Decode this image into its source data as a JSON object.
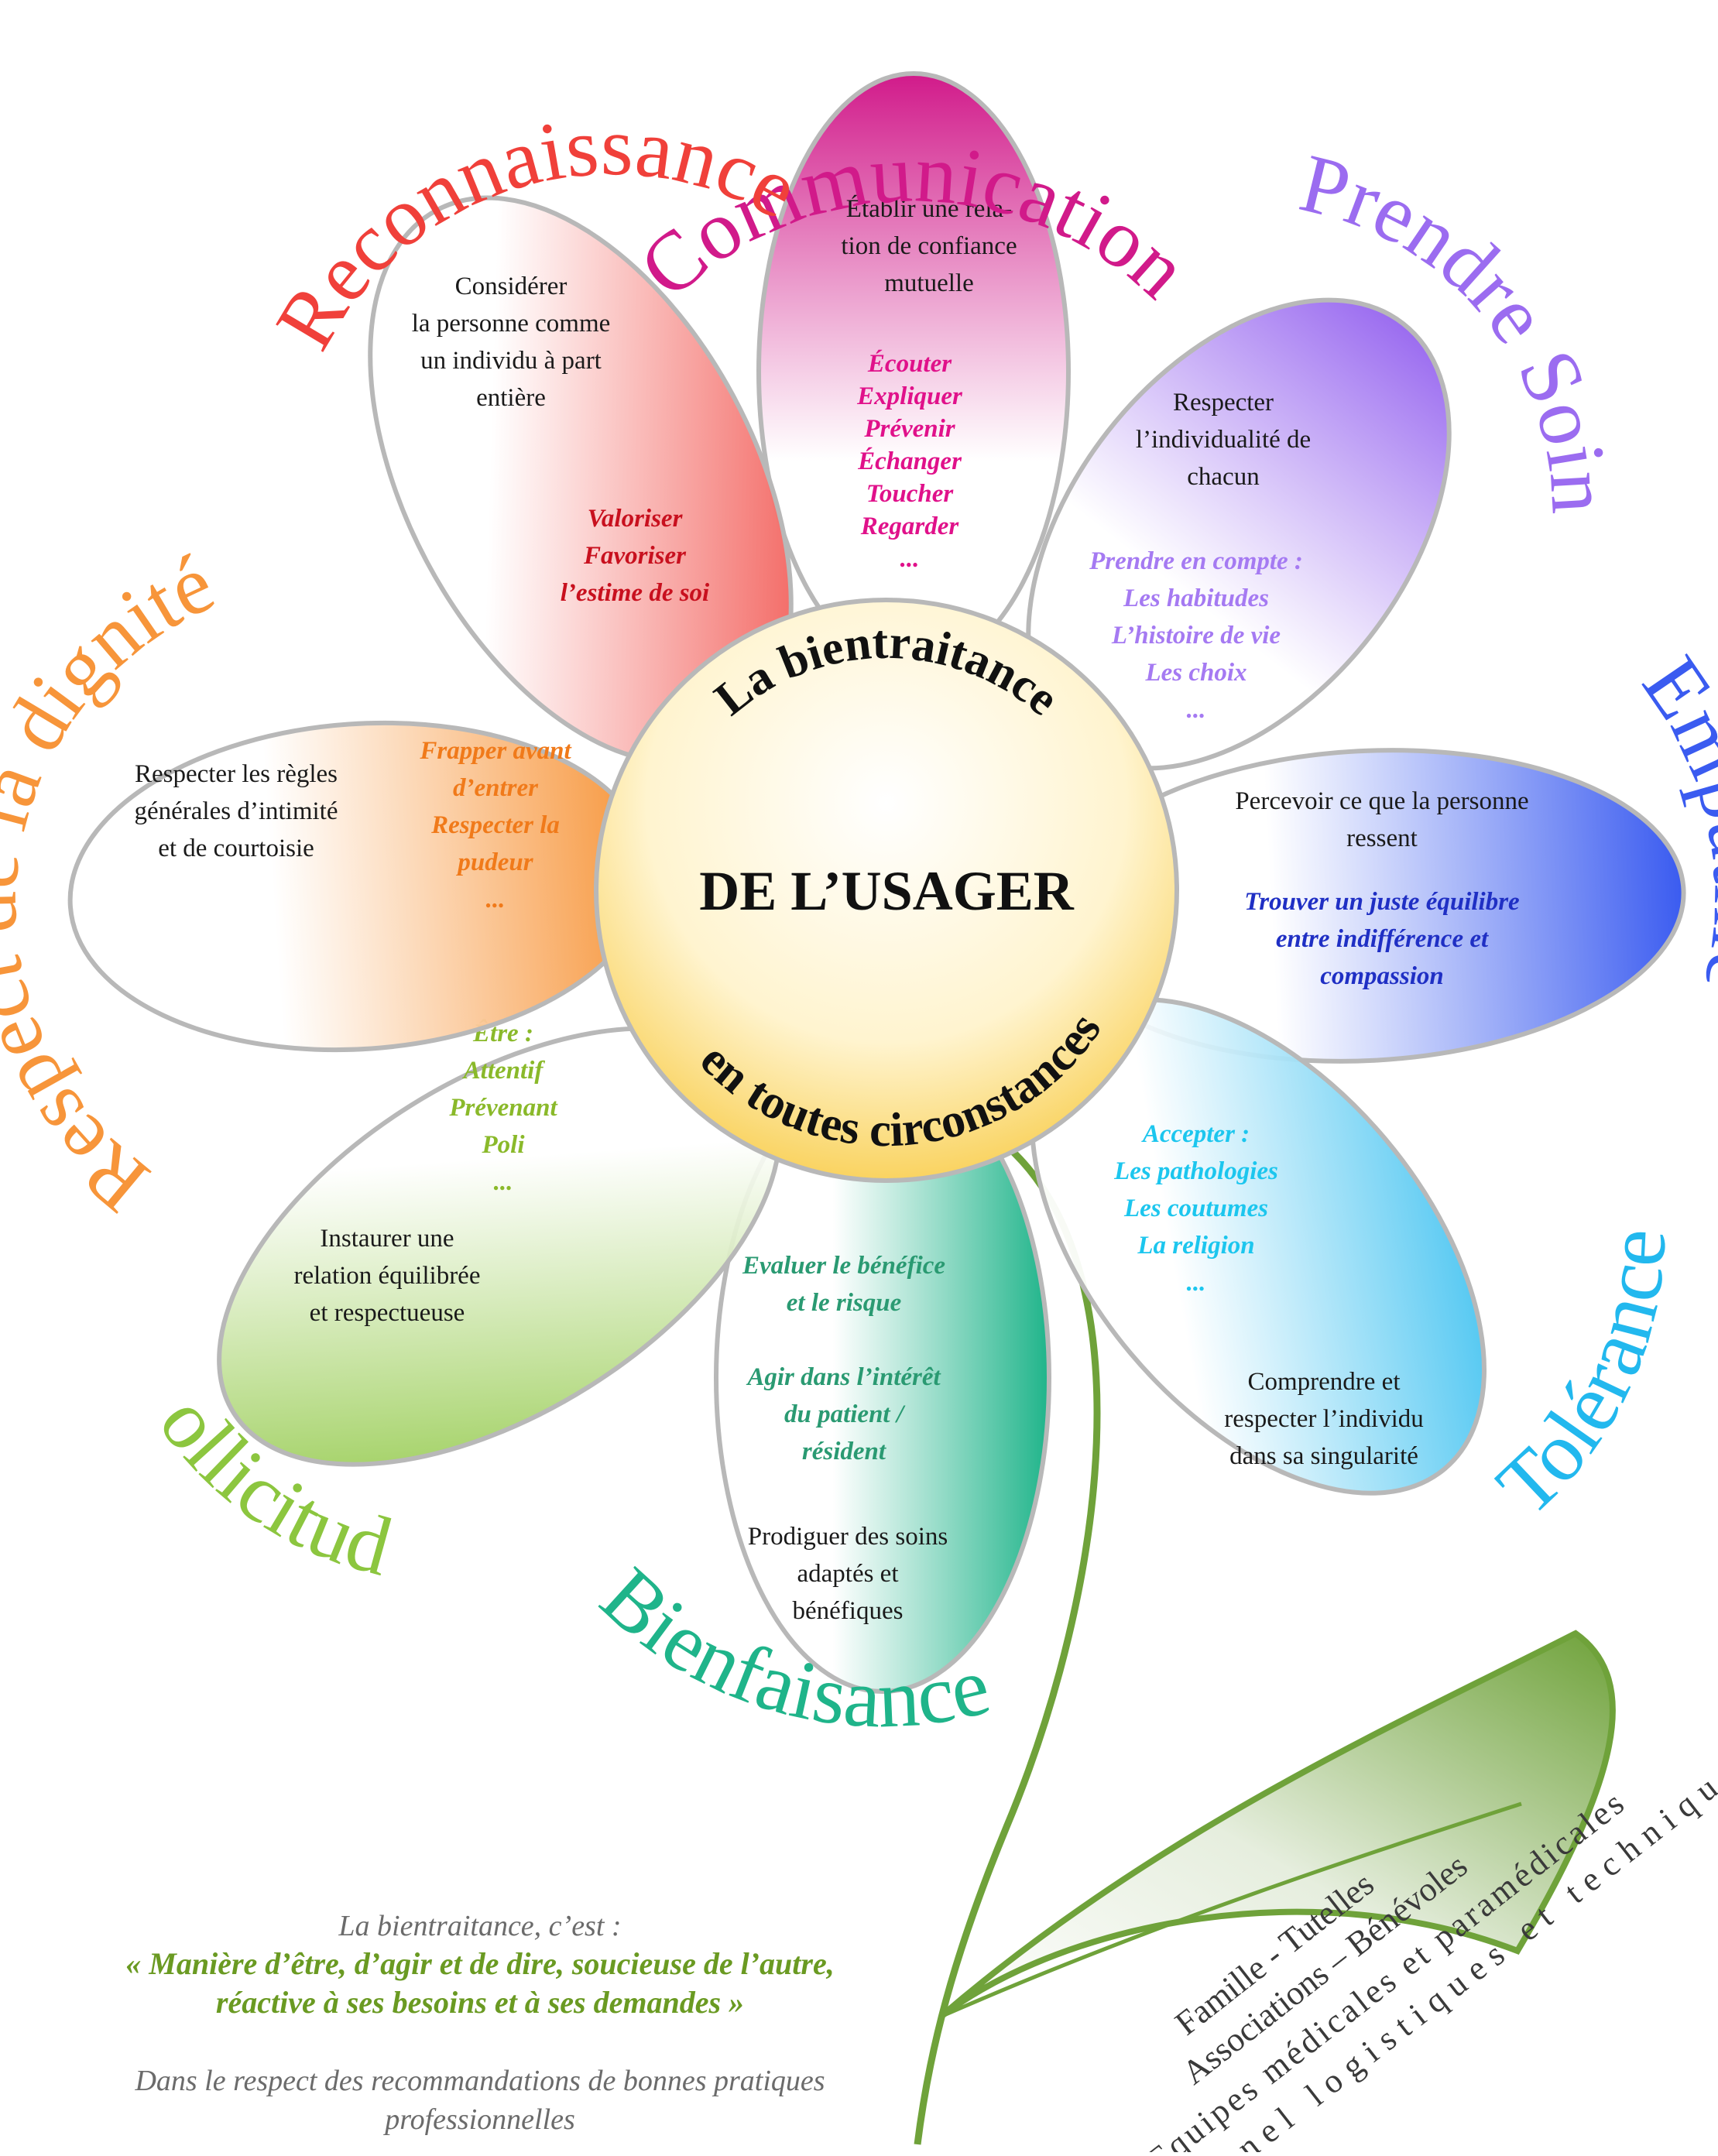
{
  "center": {
    "arc_top": "La bientraitance",
    "main": "DE L’USAGER",
    "arc_bottom": "en toutes circonstances"
  },
  "petals": [
    {
      "id": "communication",
      "title": "Communication",
      "color": "#d11a8a",
      "text_color": "#e0118a",
      "statement": [
        "Établir une rela-",
        "tion de confiance",
        "mutuelle"
      ],
      "actions": [
        "Écouter",
        "Expliquer",
        "Prévenir",
        "Échanger",
        "Toucher",
        "Regarder",
        "..."
      ]
    },
    {
      "id": "prendre-soin",
      "title": "Prendre Soin",
      "color": "#9b6cf0",
      "text_color": "#a57af2",
      "statement": [
        "Respecter",
        "l’individualité de",
        "chacun"
      ],
      "actions": [
        "Prendre en compte :",
        "Les habitudes",
        "L’histoire de vie",
        "Les choix",
        "..."
      ]
    },
    {
      "id": "empathie",
      "title": "Empathie",
      "color": "#3a5bf0",
      "text_color": "#1f2fc4",
      "statement": [
        "Percevoir ce que la personne",
        "ressent"
      ],
      "actions": [
        "Trouver un juste équilibre",
        "entre indifférence et",
        "compassion"
      ]
    },
    {
      "id": "tolerance",
      "title": "Tolérance",
      "color": "#22b8ee",
      "text_color": "#1cc6ee",
      "statement": [
        "Comprendre et",
        "respecter l’individu",
        "dans sa singularité"
      ],
      "actions": [
        "Accepter :",
        "Les pathologies",
        "Les coutumes",
        "La religion",
        "..."
      ]
    },
    {
      "id": "bienfaisance",
      "title": "Bienfaisance",
      "color": "#1fb48a",
      "text_color": "#2a9a72",
      "statement": [
        "Prodiguer des soins",
        "adaptés et",
        "bénéfiques"
      ],
      "actions": [
        "Evaluer le bénéfice",
        "et le risque",
        "",
        "Agir dans l’intérêt",
        "du patient /",
        "résident"
      ]
    },
    {
      "id": "sollicitude",
      "title": "Sollicitude",
      "color": "#8cc63f",
      "text_color": "#8ab92a",
      "statement": [
        "Instaurer une",
        "relation équilibrée",
        "et respectueuse"
      ],
      "actions": [
        "Être :",
        "Attentif",
        "Prévenant",
        "Poli",
        "..."
      ]
    },
    {
      "id": "respect-dignite",
      "title": "Respect de la dignité",
      "color": "#f7953a",
      "text_color": "#f07a1a",
      "statement": [
        "Respecter les règles",
        "générales d’intimité",
        "et de courtoisie"
      ],
      "actions": [
        "Frapper avant",
        "d’entrer",
        "Respecter la",
        "pudeur",
        "..."
      ]
    },
    {
      "id": "reconnaissance",
      "title": "Reconnaissance",
      "color": "#f0403a",
      "text_color": "#c8101e",
      "statement": [
        "Considérer",
        "la personne comme",
        "un individu à part",
        "entière"
      ],
      "actions": [
        "Valoriser",
        "Favoriser",
        "l’estime de soi"
      ]
    }
  ],
  "leaf": {
    "color": "#6fa23a",
    "lines": [
      "Famille - Tutelles",
      "Associations – Bénévoles",
      "Equipes médicales et paramédicales",
      "Personnel logistiques et techniques"
    ]
  },
  "footer": {
    "intro": "La bientraitance, c’est :",
    "quote": [
      "« Manière d’être, d’agir et de dire, soucieuse de l’autre,",
      "réactive à ses besoins et à ses demandes »"
    ],
    "note": [
      "Dans le respect des recommandations de bonnes pratiques",
      "professionnelles"
    ],
    "quote_color": "#6a9a22",
    "muted_color": "#6b6b6b"
  }
}
